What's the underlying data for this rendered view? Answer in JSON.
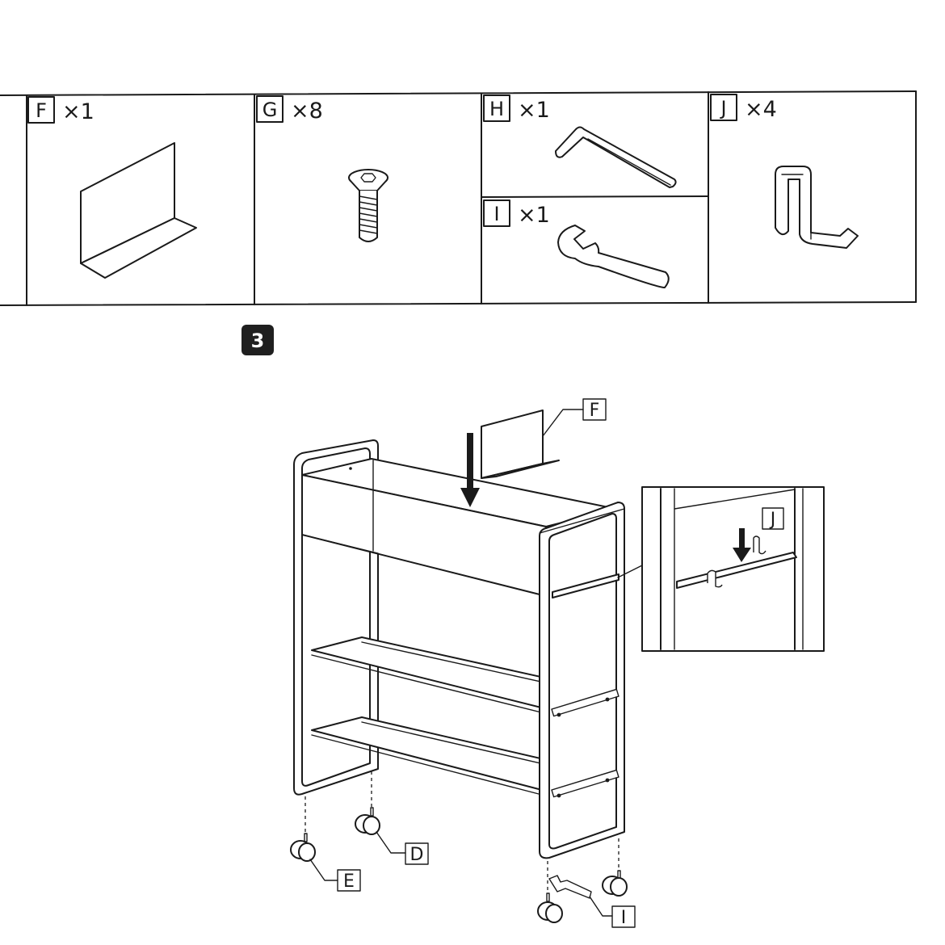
{
  "parts": [
    {
      "letter": "F",
      "qty": "×1"
    },
    {
      "letter": "G",
      "qty": "×8"
    },
    {
      "letter": "H",
      "qty": "×1"
    },
    {
      "letter": "I",
      "qty": "×1"
    },
    {
      "letter": "J",
      "qty": "×4"
    }
  ],
  "step": {
    "number": "3"
  },
  "callouts": {
    "F": "F",
    "J": "J",
    "D": "D",
    "E": "E",
    "I": "I"
  }
}
